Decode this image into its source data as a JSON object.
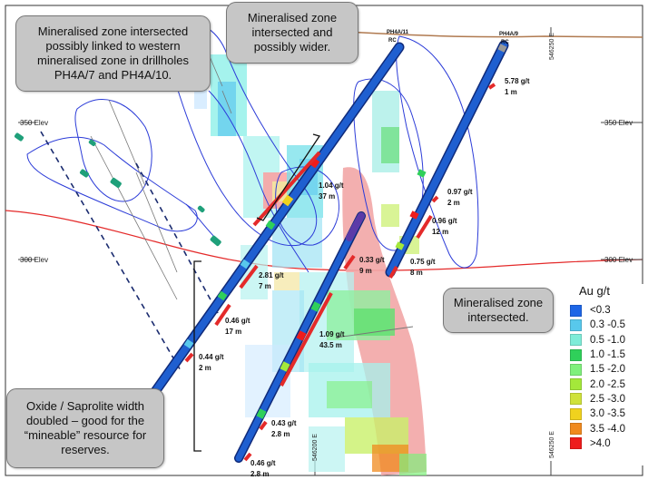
{
  "labels": {
    "elev_350": "350 Elev",
    "elev_300": "300 Elev",
    "hole_west": "PH4A/11",
    "hole_east": "PH4A/9",
    "hole_suffix": "RC",
    "coord_top": "546250 E",
    "coord_bottom_mid": "546200 E",
    "coord_bottom_right": "546250 E"
  },
  "intercepts": [
    {
      "grade": "5.78 g/t",
      "width": "1 m"
    },
    {
      "grade": "1.04 g/t",
      "width": "37 m"
    },
    {
      "grade": "0.97 g/t",
      "width": "2 m"
    },
    {
      "grade": "0.96 g/t",
      "width": "12 m"
    },
    {
      "grade": "0.33 g/t",
      "width": "9 m"
    },
    {
      "grade": "0.75 g/t",
      "width": "8 m"
    },
    {
      "grade": "2.81 g/t",
      "width": "7 m"
    },
    {
      "grade": "0.46 g/t",
      "width": "17 m"
    },
    {
      "grade": "1.09 g/t",
      "width": "43.5 m"
    },
    {
      "grade": "0.44 g/t",
      "width": "2 m"
    },
    {
      "grade": "0.43 g/t",
      "width": "2.8 m"
    },
    {
      "grade": "0.46 g/t",
      "width": "2.8 m"
    }
  ],
  "callouts": {
    "western": "Mineralised zone intersected possibly linked to western mineralised zone in drillholes PH4A/7 and PH4A/10.",
    "wider": "Mineralised zone intersected and possibly wider.",
    "intersected": "Mineralised zone intersected.",
    "oxide": "Oxide / Saprolite width doubled – good for the “mineable” resource for reserves."
  },
  "legend": {
    "title": "Au g/t",
    "items": [
      {
        "label": "<0.3",
        "color": "#1e66e6"
      },
      {
        "label": "0.3 -0.5",
        "color": "#58c8ec"
      },
      {
        "label": "0.5 -1.0",
        "color": "#7eecd8"
      },
      {
        "label": "1.0 -1.5",
        "color": "#2fd05a"
      },
      {
        "label": "1.5 -2.0",
        "color": "#7ff07c"
      },
      {
        "label": "2.0 -2.5",
        "color": "#a4e83a"
      },
      {
        "label": "2.5 -3.0",
        "color": "#cfe23a"
      },
      {
        "label": "3.0 -3.5",
        "color": "#f0d21e"
      },
      {
        "label": "3.5 -4.0",
        "color": "#f08a1e"
      },
      {
        "label": ">4.0",
        "color": "#ee1c1c"
      }
    ]
  },
  "colors": {
    "drillhole": "#1f4fb8",
    "structure": "#2c3cd8",
    "oxide_line": "#e42a2a",
    "topography": "#b07a50",
    "anomaly": "#f2a6a6"
  }
}
